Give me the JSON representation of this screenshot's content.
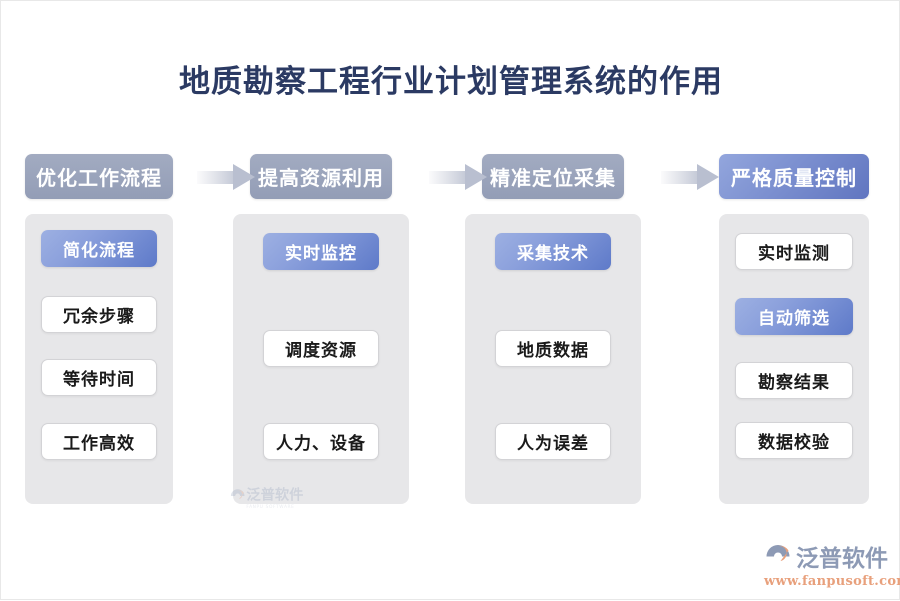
{
  "title": "地质勘察工程行业计划管理系统的作用",
  "colors": {
    "title_color": "#2b3a63",
    "header_gray": "#97a0b5",
    "header_blue": "#6b84c8",
    "highlight_blue": "#6d86cf",
    "panel_gray": "#e7e7e9",
    "item_white": "#ffffff",
    "logo_blue": "#8d9ab5",
    "logo_orange": "#e8a07c"
  },
  "flow": {
    "arrows": [
      {
        "name": "arrow-1-2"
      },
      {
        "name": "arrow-2-3"
      },
      {
        "name": "arrow-3-4"
      }
    ],
    "columns": [
      {
        "header": "优化工作流程",
        "header_style": "gray",
        "items": [
          {
            "label": "简化流程",
            "highlight": true
          },
          {
            "label": "冗余步骤",
            "highlight": false
          },
          {
            "label": "等待时间",
            "highlight": false
          },
          {
            "label": "工作高效",
            "highlight": false
          }
        ]
      },
      {
        "header": "提高资源利用",
        "header_style": "gray",
        "items": [
          {
            "label": "实时监控",
            "highlight": true
          },
          {
            "label": "调度资源",
            "highlight": false
          },
          {
            "label": "人力、设备",
            "highlight": false
          }
        ]
      },
      {
        "header": "精准定位采集",
        "header_style": "gray",
        "items": [
          {
            "label": "采集技术",
            "highlight": true
          },
          {
            "label": "地质数据",
            "highlight": false
          },
          {
            "label": "人为误差",
            "highlight": false
          }
        ]
      },
      {
        "header": "严格质量控制",
        "header_style": "blue",
        "items": [
          {
            "label": "实时监测",
            "highlight": false
          },
          {
            "label": "自动筛选",
            "highlight": true
          },
          {
            "label": "勘察结果",
            "highlight": false
          },
          {
            "label": "数据校验",
            "highlight": false
          }
        ]
      }
    ]
  },
  "logo": {
    "name": "泛普软件",
    "url": "www.fanpusoft.com"
  },
  "watermark": {
    "name": "泛普软件",
    "sub": "FANPU SOFTWARE"
  }
}
